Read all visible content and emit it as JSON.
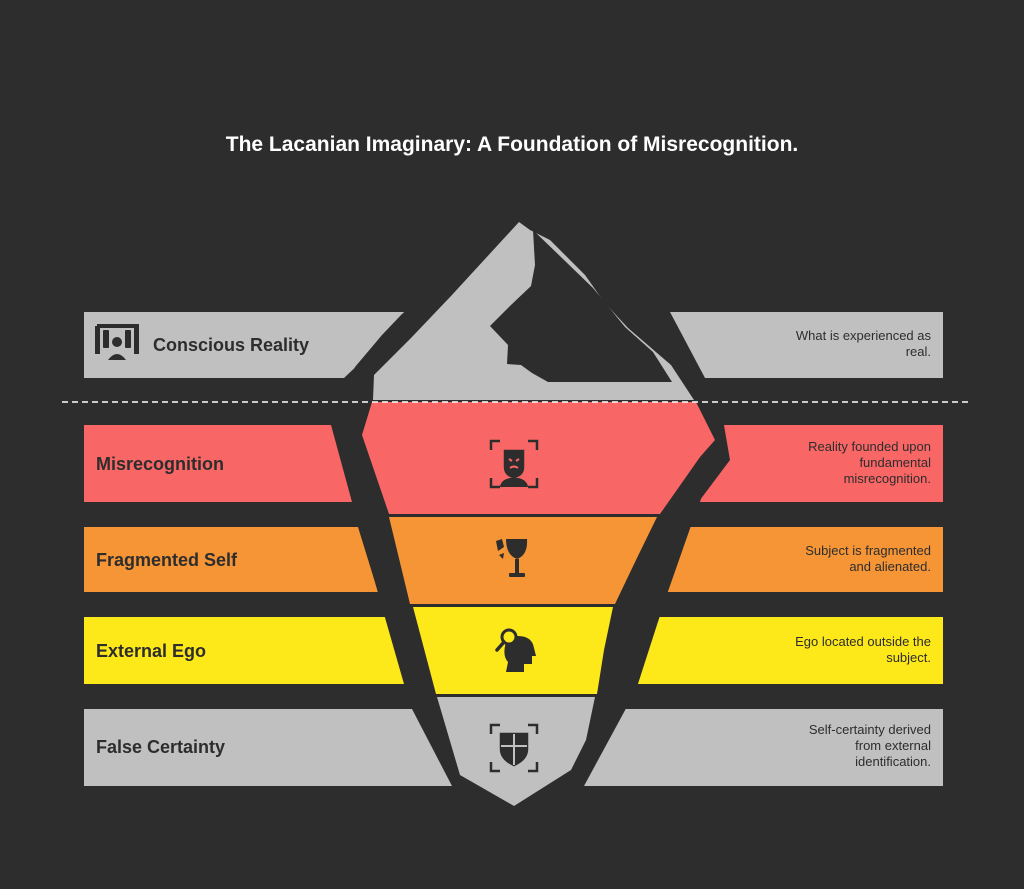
{
  "title": "The Lacanian Imaginary: A Foundation of Misrecognition.",
  "colors": {
    "background": "#2d2d2d",
    "gray": "#c0c0c0",
    "red": "#f96666",
    "orange": "#f59536",
    "yellow": "#fde81a",
    "ink": "#2d2d2d"
  },
  "top": {
    "label": "Conscious Reality",
    "description": "What is experienced as real.",
    "icon": "conscious-reality-icon"
  },
  "layers": [
    {
      "label": "Misrecognition",
      "description": "Reality founded upon fundamental misrecognition.",
      "icon": "mask-face-icon",
      "color": "#f96666"
    },
    {
      "label": "Fragmented Self",
      "description": "Subject is fragmented and alienated.",
      "icon": "broken-glass-icon",
      "color": "#f59536"
    },
    {
      "label": "External Ego",
      "description": "Ego located outside the subject.",
      "icon": "head-magnifier-icon",
      "color": "#fde81a"
    },
    {
      "label": "False Certainty",
      "description": "Self-certainty derived from external identification.",
      "icon": "shield-scan-icon",
      "color": "#c0c0c0"
    }
  ]
}
